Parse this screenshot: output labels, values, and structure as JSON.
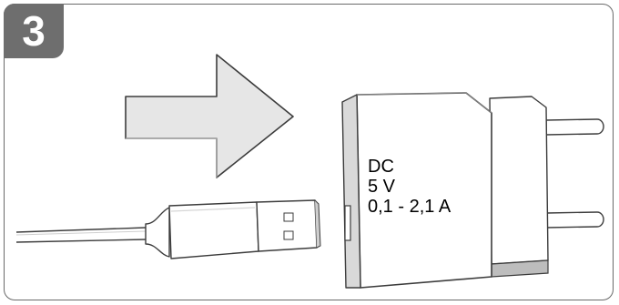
{
  "step": {
    "number": "3"
  },
  "adapter": {
    "label_lines": [
      "DC",
      "5 V",
      "0,1 - 2,1 A"
    ]
  },
  "colors": {
    "badge": "#6e6e6e",
    "outline": "#3c3c3c",
    "arrow_fill": "#e6e6e6",
    "adapter_front": "#ffffff",
    "adapter_side": "#d9d9d9",
    "adapter_shadow": "#bdbdbd"
  },
  "icons": {
    "arrow": "right-arrow",
    "cable": "usb-cable",
    "charger": "wall-charger"
  }
}
